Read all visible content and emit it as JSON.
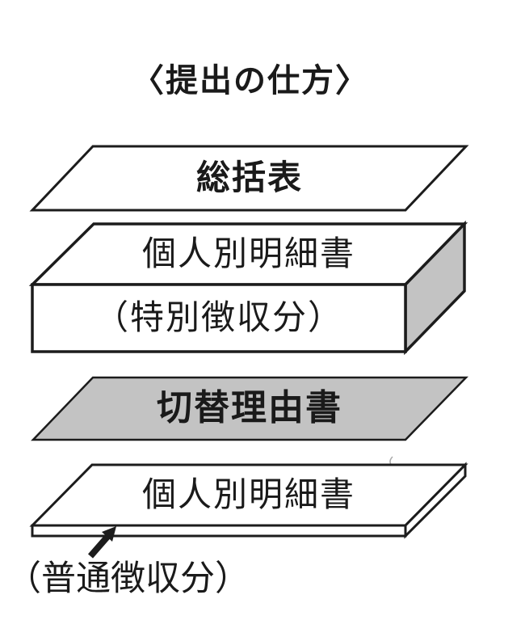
{
  "title": "〈提出の仕方〉",
  "layers": [
    {
      "name": "summary-sheet",
      "label": "総括表",
      "shape": "flat-sheet",
      "fill": "#ffffff"
    },
    {
      "name": "individual-statement-special",
      "label_top": "個人別明細書",
      "label_front": "（特別徴収分）",
      "shape": "thick-box",
      "fill": "#ffffff",
      "side_fill": "#c3c3c3"
    },
    {
      "name": "switch-reason-sheet",
      "label": "切替理由書",
      "shape": "flat-sheet",
      "fill": "#c3c3c3"
    },
    {
      "name": "individual-statement-ordinary",
      "label": "個人別明細書",
      "shape": "thin-slab",
      "fill": "#ffffff"
    }
  ],
  "annotation": {
    "label": "（普通徴収分）",
    "arrow_direction": "up-right"
  },
  "colors": {
    "background": "#ffffff",
    "line": "#1c1c1c",
    "text": "#1a1a1a",
    "gray_fill": "#c3c3c3",
    "white_fill": "#ffffff"
  }
}
